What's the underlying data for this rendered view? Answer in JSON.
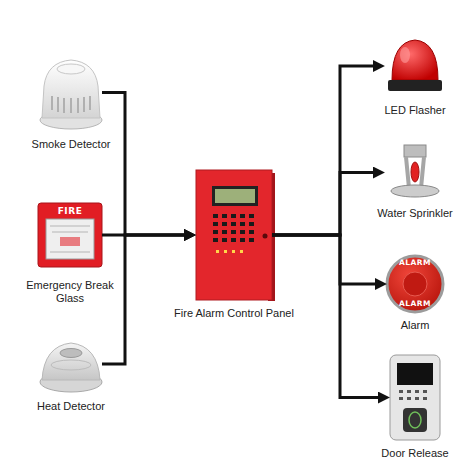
{
  "diagram": {
    "nodes": [
      {
        "text": [
          "Smoke Detector"
        ]
      },
      {
        "text": [
          "FIRE",
          "Emergency Break Glass"
        ]
      },
      {
        "text": [
          "Heat Detector"
        ]
      },
      {
        "text": [
          "Fire Alarm Control Panel"
        ]
      },
      {
        "text": [
          "LED Flasher"
        ]
      },
      {
        "text": [
          "Water Sprinkler"
        ]
      },
      {
        "text": [
          "ALARM",
          "ALARM",
          "Alarm"
        ]
      },
      {
        "text": [
          "Door Release"
        ]
      }
    ],
    "edges": [
      {
        "from": 0,
        "to": 3,
        "arrow": "to"
      },
      {
        "from": 1,
        "to": 3,
        "arrow": "to"
      },
      {
        "from": 2,
        "to": 3,
        "arrow": "to"
      },
      {
        "from": 3,
        "to": 4,
        "arrow": "to"
      },
      {
        "from": 3,
        "to": 5,
        "arrow": "to"
      },
      {
        "from": 3,
        "to": 6,
        "arrow": "to"
      },
      {
        "from": 3,
        "to": 7,
        "arrow": "to"
      }
    ]
  }
}
